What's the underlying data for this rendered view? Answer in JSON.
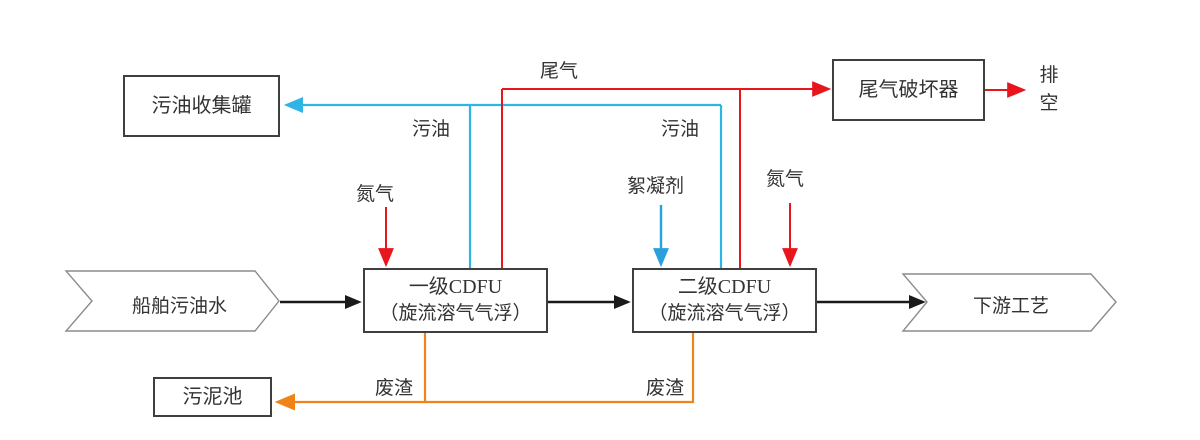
{
  "nodes": {
    "ship_oily_water": {
      "label": "船舶污油水"
    },
    "cdfu1": {
      "line1": "一级CDFU",
      "line2": "（旋流溶气气浮）"
    },
    "cdfu2": {
      "line1": "二级CDFU",
      "line2": "（旋流溶气气浮）"
    },
    "downstream": {
      "label": "下游工艺"
    },
    "oil_collection_tank": {
      "label": "污油收集罐"
    },
    "tail_gas_destroyer": {
      "label": "尾气破坏器"
    },
    "sludge_pool": {
      "label": "污泥池"
    },
    "vent": {
      "label": "排空"
    }
  },
  "flow_labels": {
    "tail_gas": "尾气",
    "oil_left": "污油",
    "oil_right": "污油",
    "nitrogen_left": "氮气",
    "nitrogen_right": "氮气",
    "flocculant": "絮凝剂",
    "waste_left": "废渣",
    "waste_right": "废渣"
  },
  "colors": {
    "main_flow": "#1a1a1a",
    "oil_line": "#2fb4e6",
    "gas_line": "#e8151d",
    "waste_line": "#ef8318",
    "flocculant_line": "#2aa0dd",
    "box_border": "#3f3f3f",
    "chevron_border": "#8c8c8c",
    "text_color": "#333333"
  }
}
